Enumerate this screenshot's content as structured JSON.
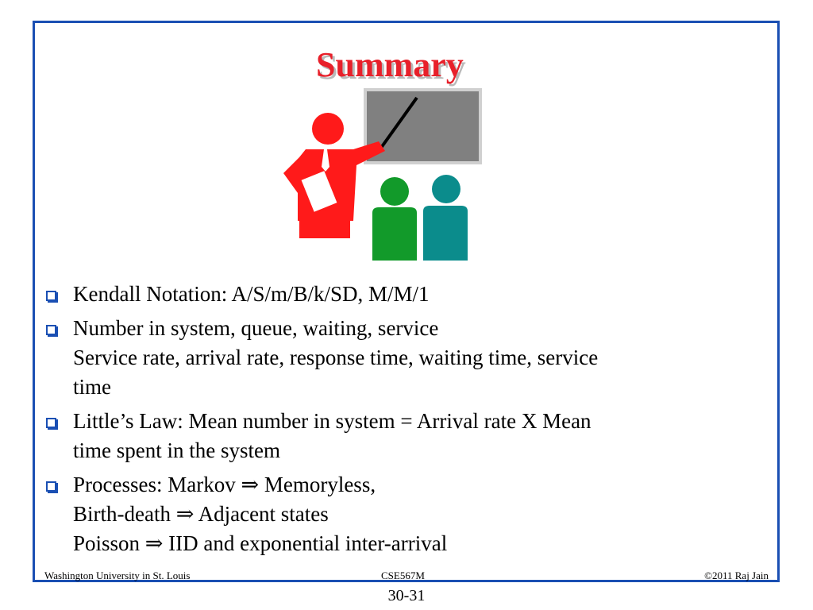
{
  "slide": {
    "title": "Summary",
    "bullets": [
      {
        "lines": [
          "Kendall Notation: A/S/m/B/k/SD, M/M/1"
        ]
      },
      {
        "lines": [
          "Number in system, queue, waiting, service",
          "Service rate, arrival rate, response time, waiting time, service",
          "time"
        ]
      },
      {
        "lines": [
          "Little’s Law: Mean number in system = Arrival rate X Mean",
          "time spent in the system"
        ]
      },
      {
        "lines": [
          "Processes: Markov ⇒ Memoryless,",
          "Birth-death ⇒ Adjacent states",
          "Poisson ⇒ IID and exponential inter-arrival"
        ]
      }
    ],
    "clipart_icon": "presenter-with-audience-icon"
  },
  "footer": {
    "left": "Washington University in St. Louis",
    "center": "CSE567M",
    "right": "©2011 Raj Jain"
  },
  "page_number": "30-31",
  "colors": {
    "title": "#e8202a",
    "frame": "#1a4fb3",
    "presenter": "#ff1a1a",
    "audience_green": "#129a2a",
    "audience_teal": "#0b8c8c",
    "board": "#808080"
  }
}
